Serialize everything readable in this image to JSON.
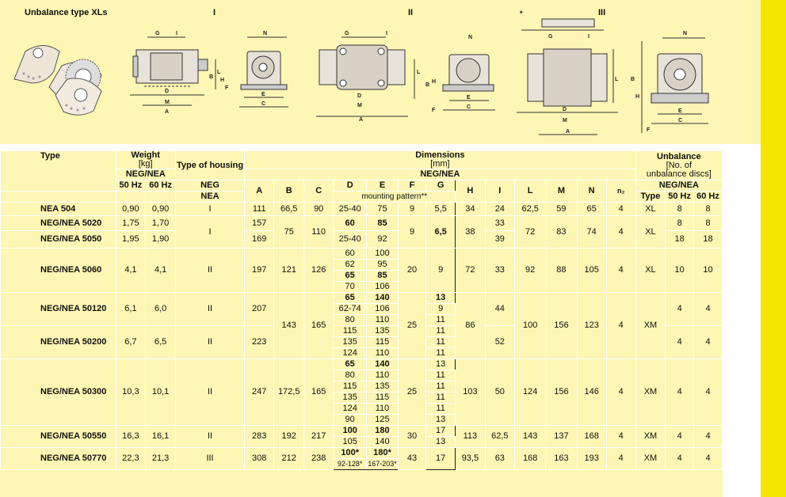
{
  "drawings": {
    "title": "Unbalance type XLs",
    "housing_labels": [
      "I",
      "II",
      "III"
    ],
    "star": "*",
    "dim_letters": {
      "G": "G",
      "I": "I",
      "N": "N",
      "L": "L",
      "B": "B",
      "H": "H",
      "F": "F",
      "D": "D",
      "M": "M",
      "A": "A",
      "E": "E",
      "C": "C"
    }
  },
  "table": {
    "header": {
      "type": "Type",
      "weight": "Weight",
      "weight_unit": "[kg]",
      "housing": "Type of housing",
      "dimensions": "Dimensions",
      "dimensions_unit": "[mm]",
      "unbalance": "Unbalance",
      "unbalance_sub1": "[No. of",
      "unbalance_sub2": "unbalance discs]",
      "neg_nea": "NEG/NEA",
      "neg": "NEG",
      "nea": "NEA",
      "hz50": "50 Hz",
      "hz60": "60 Hz",
      "cols": [
        "A",
        "B",
        "C",
        "D",
        "E",
        "F",
        "G",
        "H",
        "I",
        "L",
        "M",
        "N",
        "n₂"
      ],
      "mounting": "mounting pattern**",
      "ub_type": "Type"
    },
    "rows": [
      {
        "type": "NEA 504",
        "w50": "0,90",
        "w60": "0,90",
        "housing": "I",
        "A": "111",
        "B": "66,5",
        "C": "90",
        "DE": [
          [
            "25-40",
            "75"
          ]
        ],
        "F": "9",
        "G": [
          "5,5"
        ],
        "H": "34",
        "I": "24",
        "L": "62,5",
        "M": "59",
        "N": "65",
        "n": "4",
        "ut": "XL",
        "u50": "8",
        "u60": "8"
      },
      {
        "type": "NEG/NEA 5020",
        "w50": "1,75",
        "w60": "1,70",
        "A": "157",
        "DE": [
          [
            "60",
            "85"
          ]
        ],
        "I": "33",
        "u50": "8",
        "u60": "8"
      },
      {
        "type": "NEG/NEA 5050",
        "w50": "1,95",
        "w60": "1,90",
        "A": "169",
        "DE": [
          [
            "25-40",
            "92"
          ]
        ],
        "I": "39",
        "u50": "18",
        "u60": "18"
      },
      {
        "shared_5020_5050": {
          "housing": "I",
          "B": "75",
          "C": "110",
          "F": "9",
          "G": "6,5",
          "H": "38",
          "L": "72",
          "M": "83",
          "N": "74",
          "n": "4",
          "ut": "XL"
        }
      },
      {
        "type": "NEG/NEA 5060",
        "w50": "4,1",
        "w60": "4,1",
        "housing": "II",
        "A": "197",
        "B": "121",
        "C": "126",
        "DE": [
          [
            "60",
            "100"
          ],
          [
            "62",
            "95"
          ],
          [
            "65",
            "85"
          ],
          [
            "70",
            "106"
          ]
        ],
        "F": "20",
        "G": [
          "9"
        ],
        "H": "72",
        "I": "33",
        "L": "92",
        "M": "88",
        "N": "105",
        "n": "4",
        "ut": "XL",
        "u50": "10",
        "u60": "10"
      },
      {
        "type": "NEG/NEA 50120",
        "w50": "6,1",
        "w60": "6,0",
        "housing": "II",
        "A": "207",
        "I": "44",
        "u50": "4",
        "u60": "4"
      },
      {
        "type": "NEG/NEA 50200",
        "w50": "6,7",
        "w60": "6,5",
        "housing": "II",
        "A": "223",
        "I": "52",
        "u50": "4",
        "u60": "4"
      },
      {
        "shared_50120_50200": {
          "B": "143",
          "C": "165",
          "F": "25",
          "H": "86",
          "L": "100",
          "M": "156",
          "N": "123",
          "n": "4",
          "ut": "XM",
          "DE": [
            [
              "65",
              "140"
            ],
            [
              "62-74",
              "106"
            ],
            [
              "80",
              "110"
            ],
            [
              "115",
              "135"
            ],
            [
              "135",
              "115"
            ],
            [
              "124",
              "110"
            ]
          ],
          "G": [
            "13",
            "9",
            "11",
            "11",
            "11",
            "11"
          ]
        }
      },
      {
        "type": "NEG/NEA 50300",
        "w50": "10,3",
        "w60": "10,1",
        "housing": "II",
        "A": "247",
        "B": "172,5",
        "C": "165",
        "DE": [
          [
            "65",
            "140"
          ],
          [
            "80",
            "110"
          ],
          [
            "115",
            "135"
          ],
          [
            "135",
            "115"
          ],
          [
            "124",
            "110"
          ],
          [
            "90",
            "125"
          ]
        ],
        "F": "25",
        "G": [
          "13",
          "11",
          "11",
          "11",
          "11",
          "13"
        ],
        "H": "103",
        "I": "50",
        "L": "124",
        "M": "156",
        "N": "146",
        "n": "4",
        "ut": "XM",
        "u50": "4",
        "u60": "4"
      },
      {
        "type": "NEG/NEA 50550",
        "w50": "16,3",
        "w60": "16,1",
        "housing": "II",
        "A": "283",
        "B": "192",
        "C": "217",
        "DE": [
          [
            "100",
            "180"
          ],
          [
            "105",
            "140"
          ]
        ],
        "F": "30",
        "G": [
          "17",
          "13"
        ],
        "H": "113",
        "I": "62,5",
        "L": "143",
        "M": "137",
        "N": "168",
        "n": "4",
        "ut": "XM",
        "u50": "4",
        "u60": "4"
      },
      {
        "type": "NEG/NEA 50770",
        "w50": "22,3",
        "w60": "21,3",
        "housing": "III",
        "A": "308",
        "B": "212",
        "C": "238",
        "DE": [
          [
            "100*",
            "180*"
          ],
          [
            "92-128*",
            "167-203*"
          ]
        ],
        "F": "43",
        "G": [
          "17"
        ],
        "H": "93,5",
        "I": "63",
        "L": "168",
        "M": "163",
        "N": "193",
        "n": "4",
        "ut": "XM",
        "u50": "4",
        "u60": "4"
      }
    ]
  }
}
